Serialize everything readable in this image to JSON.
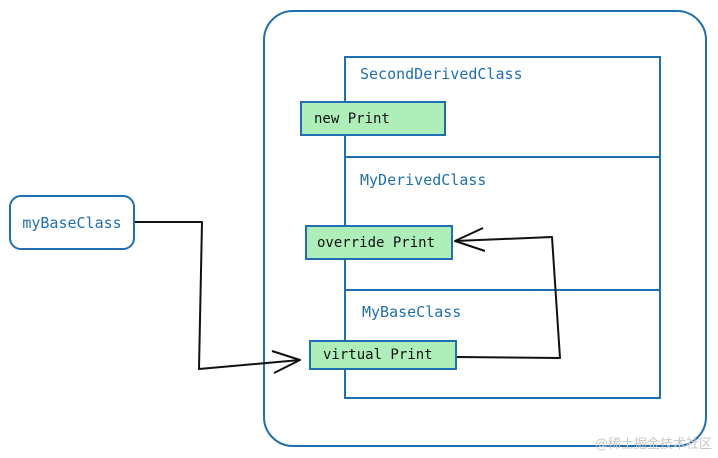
{
  "variable": {
    "name": "myBaseClass"
  },
  "classes": {
    "second": "SecondDerivedClass",
    "derived": "MyDerivedClass",
    "base": "MyBaseClass"
  },
  "methods": {
    "new_print": "new Print",
    "override_print": "override Print",
    "virtual_print": "virtual Print"
  },
  "watermark": "@稀土掘金技术社区",
  "colors": {
    "border_blue": "#1f6fb2",
    "method_green": "#aeeeb9",
    "arrow": "#111111"
  }
}
